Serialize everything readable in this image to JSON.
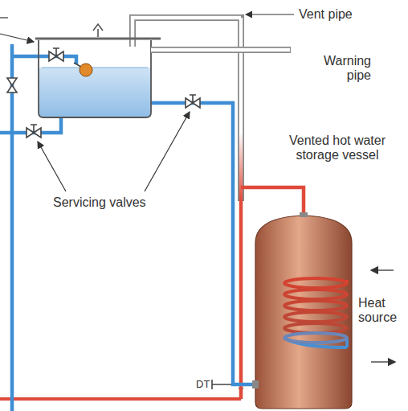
{
  "diagram": {
    "labels": [
      "Vent pipe",
      "Warning pipe",
      "Vented hot water storage vessel",
      "Servicing valves",
      "Heat source",
      "DT"
    ]
  }
}
